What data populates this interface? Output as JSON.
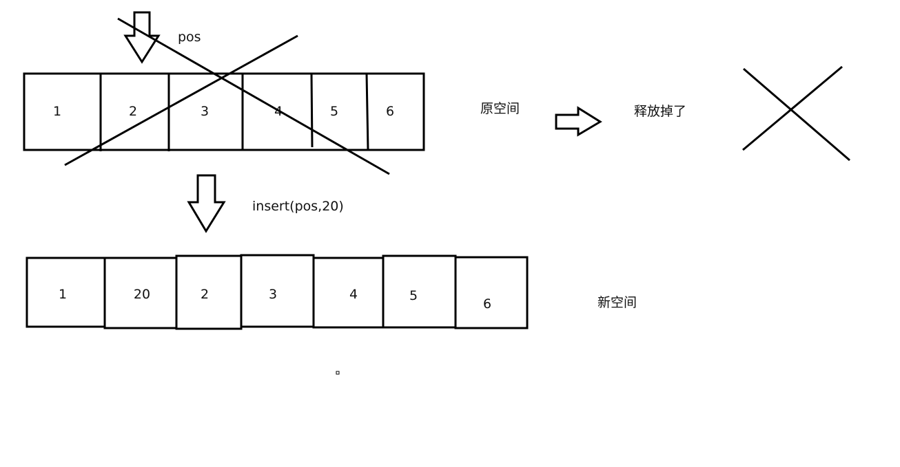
{
  "labels": {
    "pos": "pos",
    "insert": "insert(pos,20)",
    "old_space": "原空间",
    "released": "释放掉了",
    "new_space": "新空间"
  },
  "old_array": [
    "1",
    "2",
    "3",
    "4",
    "5",
    "6"
  ],
  "new_array": [
    "1",
    "20",
    "2",
    "3",
    "4",
    "5",
    "6"
  ]
}
